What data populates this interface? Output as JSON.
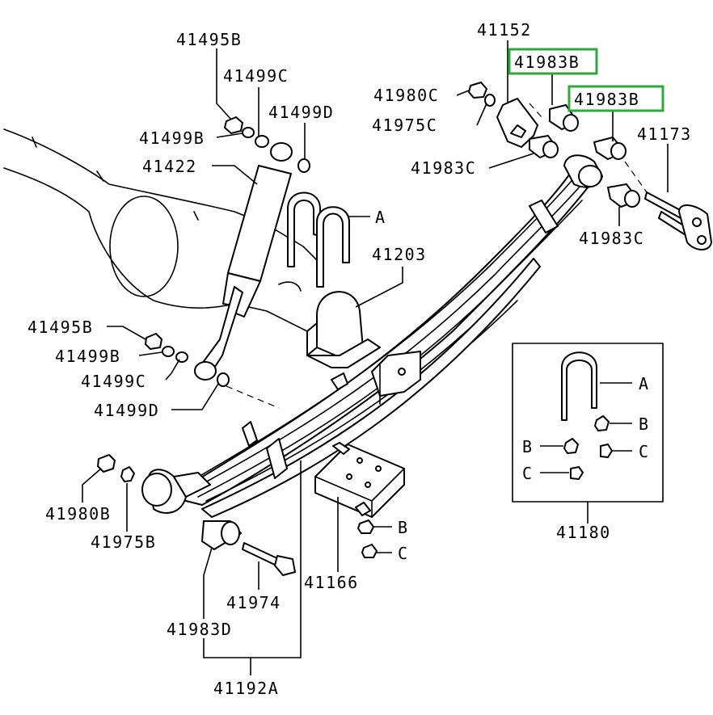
{
  "labels": {
    "p41495b_top": "41495B",
    "p41499c_top": "41499C",
    "p41499d_top": "41499D",
    "p41499b_top": "41499B",
    "p41422": "41422",
    "p41152": "41152",
    "p41983b_1": "41983B",
    "p41983b_2": "41983B",
    "p41980c": "41980C",
    "p41975c": "41975C",
    "p41983c_left": "41983C",
    "p41173": "41173",
    "p41983c_right": "41983C",
    "callout_a_main": "A",
    "p41203": "41203",
    "p41495b_bottom": "41495B",
    "p41499b_bottom": "41499B",
    "p41499c_bottom": "41499C",
    "p41499d_bottom": "41499D",
    "p41980b": "41980B",
    "p41975b": "41975B",
    "p41974": "41974",
    "p41983d": "41983D",
    "p41192a": "41192A",
    "p41166": "41166",
    "callout_b_plate": "B",
    "callout_c_plate": "C",
    "inset_a": "A",
    "inset_b_right": "B",
    "inset_b_left": "B",
    "inset_c_right": "C",
    "inset_c_left": "C",
    "p41180": "41180"
  },
  "colors": {
    "highlight": "#2eaa3c",
    "line": "#000000",
    "background": "#ffffff"
  }
}
